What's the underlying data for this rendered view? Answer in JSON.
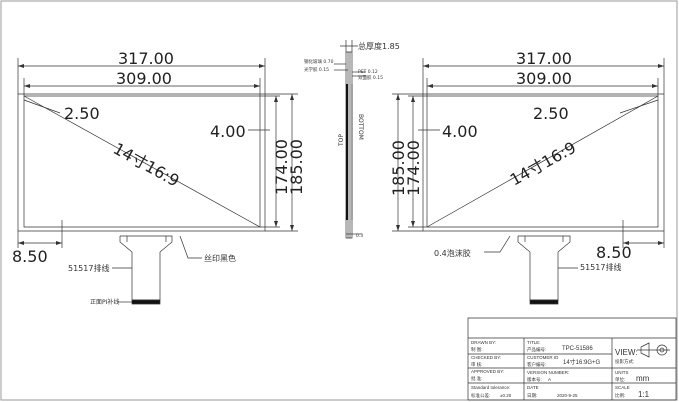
{
  "left_view": {
    "dim_width_outer": "317.00",
    "dim_width_inner": "309.00",
    "dim_offset_top": "2.50",
    "dim_offset_right": "4.00",
    "dim_height_inner": "174.00",
    "dim_height_outer": "185.00",
    "dim_fpc_offset": "8.50",
    "diagonal_label": "14寸16:9",
    "fpc_label": "51517排线",
    "fpc_tip_label": "正面PI补线",
    "silk_label": "丝印黑色"
  },
  "side_view": {
    "total_thickness": "总厚度1.85",
    "layer_1": "钢化玻璃 0.70",
    "layer_2": "光学胶 0.15",
    "layer_3": "PET 0.12",
    "layer_4": "双面胶 0.15",
    "layer_5": "0.3",
    "top_label": "TOP",
    "bottom_label": "BOTTOM"
  },
  "right_view": {
    "dim_width_outer": "317.00",
    "dim_width_inner": "309.00",
    "dim_offset_top": "2.50",
    "dim_offset_left": "4.00",
    "dim_height_outer": "185.00",
    "dim_height_inner": "174.00",
    "dim_fpc_offset": "8.50",
    "diagonal_label": "14寸16:9",
    "fpc_label": "51517排线",
    "foam_label": "0.4泡沫胶"
  },
  "title_block": {
    "drawn_by": "DRAWN BY:",
    "drawn_by_cn": "制  图:",
    "checked_by": "CHECKED BY:",
    "checked_by_cn": "审  核:",
    "approved_by": "APPROVED BY:",
    "approved_by_cn": "批  准:",
    "tolerance": "Standard tolerance:",
    "tolerance_cn": "标准公差:",
    "tolerance_value": "±0.20",
    "title": "TITLE:",
    "title_cn": "产品编号:",
    "title_value": "TPC-51586",
    "customer": "CUSTOMER ID",
    "customer_cn": "客户编号:",
    "customer_value": "14寸16:9G+G",
    "version": "VERSION NUMBER:",
    "version_cn": "版本号:",
    "version_value": "A",
    "date": "DATE",
    "date_cn": "日期:",
    "date_value": "2020-9-25",
    "view": "VIEW:",
    "view_cn": "投影方式:",
    "units": "UNITS",
    "units_cn": "单位:",
    "units_value": "mm",
    "scale": "SCALE",
    "scale_cn": "比例:",
    "scale_value": "1:1"
  }
}
